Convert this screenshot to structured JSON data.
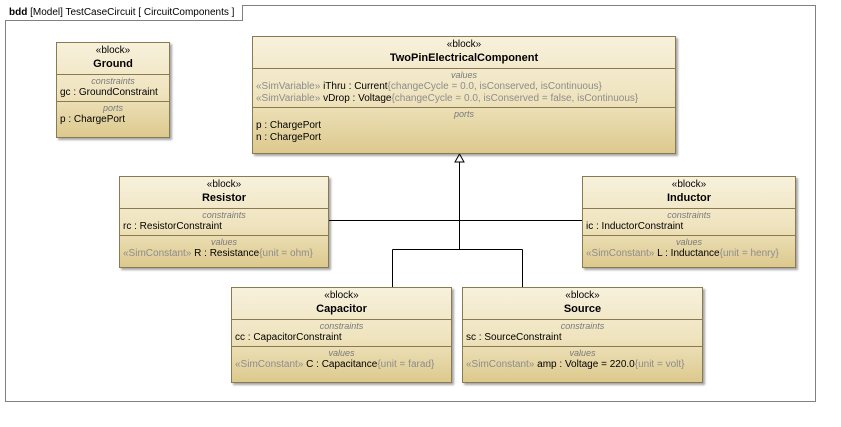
{
  "frame": {
    "kind": "bdd",
    "title": "[Model] TestCaseCircuit [ CircuitComponents ]"
  },
  "blocks": {
    "ground": {
      "stereotype": "«block»",
      "name": "Ground",
      "constraints_label": "constraints",
      "constraints": [
        "gc : GroundConstraint"
      ],
      "ports_label": "ports",
      "ports": [
        "p : ChargePort"
      ]
    },
    "twopin": {
      "stereotype": "«block»",
      "name": "TwoPinElectricalComponent",
      "values_label": "values",
      "values": [
        {
          "stereo": "«SimVariable»",
          "main": " iThru : Current",
          "tail": "{changeCycle = 0.0, isConserved, isContinuous}"
        },
        {
          "stereo": "«SimVariable»",
          "main": " vDrop : Voltage",
          "tail": "{changeCycle = 0.0, isConserved = false, isContinuous}"
        }
      ],
      "ports_label": "ports",
      "ports": [
        "p : ChargePort",
        "n : ChargePort"
      ]
    },
    "resistor": {
      "stereotype": "«block»",
      "name": "Resistor",
      "constraints_label": "constraints",
      "constraint": "rc : ResistorConstraint",
      "values_label": "values",
      "value": {
        "stereo": "«SimConstant»",
        "main": " R : Resistance",
        "tail": "{unit = ohm}"
      }
    },
    "inductor": {
      "stereotype": "«block»",
      "name": "Inductor",
      "constraints_label": "constraints",
      "constraint": "ic : InductorConstraint",
      "values_label": "values",
      "value": {
        "stereo": "«SimConstant»",
        "main": " L : Inductance",
        "tail": "{unit = henry}"
      }
    },
    "capacitor": {
      "stereotype": "«block»",
      "name": "Capacitor",
      "constraints_label": "constraints",
      "constraint": "cc : CapacitorConstraint",
      "values_label": "values",
      "value": {
        "stereo": "«SimConstant»",
        "main": " C : Capacitance",
        "tail": "{unit = farad}"
      }
    },
    "source": {
      "stereotype": "«block»",
      "name": "Source",
      "constraints_label": "constraints",
      "constraint": "sc : SourceConstraint",
      "values_label": "values",
      "value": {
        "stereo": "«SimConstant»",
        "main": " amp : Voltage = 220.0",
        "tail": "{unit = volt}"
      }
    }
  },
  "colors": {
    "block_border": "#8a7a50",
    "block_fill_top": "#f7f1dc",
    "block_fill_bottom": "#dcc98d",
    "stereotype_text": "#8c8c8c",
    "line": "#000000"
  }
}
